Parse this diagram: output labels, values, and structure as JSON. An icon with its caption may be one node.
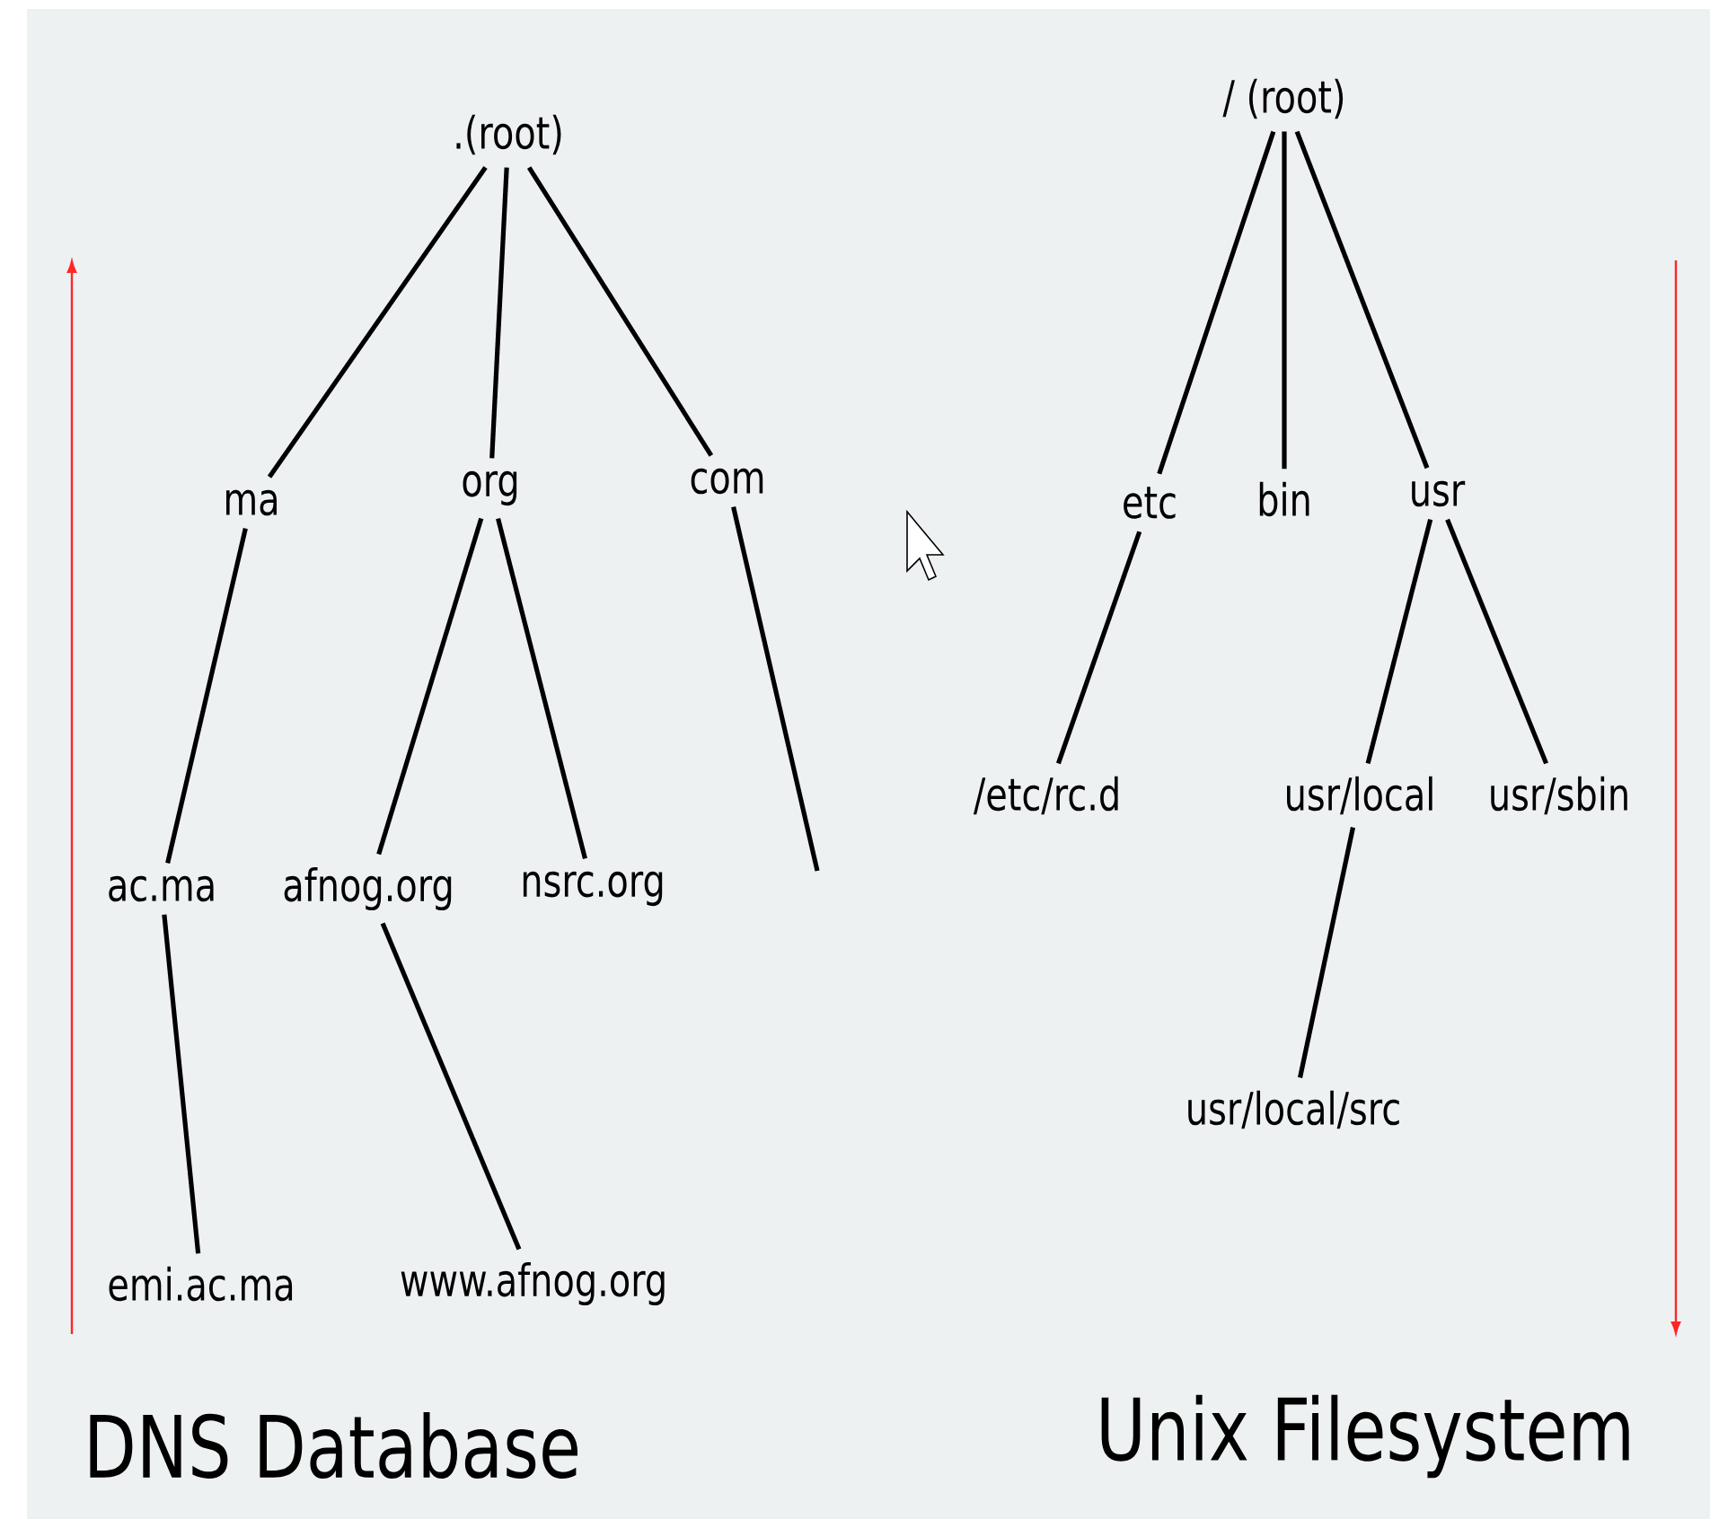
{
  "diagram": {
    "nodes": [
      {
        "text": [
          ".(root)"
        ]
      },
      {
        "text": [
          "ma"
        ]
      },
      {
        "text": [
          "org"
        ]
      },
      {
        "text": [
          "com"
        ]
      },
      {
        "text": [
          "ac.ma"
        ]
      },
      {
        "text": [
          "afnog.org"
        ]
      },
      {
        "text": [
          "nsrc.org"
        ]
      },
      {
        "text": [
          "emi.ac.ma"
        ]
      },
      {
        "text": [
          "www.afnog.org"
        ]
      },
      {
        "text": [
          "/ (root)"
        ]
      },
      {
        "text": [
          "etc"
        ]
      },
      {
        "text": [
          "bin"
        ]
      },
      {
        "text": [
          "usr"
        ]
      },
      {
        "text": [
          "/etc/rc.d"
        ]
      },
      {
        "text": [
          "usr/local"
        ]
      },
      {
        "text": [
          "usr/sbin"
        ]
      },
      {
        "text": [
          "usr/local/src"
        ]
      }
    ],
    "edges": [
      {
        "from": 0,
        "to": 1,
        "arrow": "none"
      },
      {
        "from": 0,
        "to": 2,
        "arrow": "none"
      },
      {
        "from": 0,
        "to": 3,
        "arrow": "none"
      },
      {
        "from": 1,
        "to": 4,
        "arrow": "none"
      },
      {
        "from": 2,
        "to": 5,
        "arrow": "none"
      },
      {
        "from": 2,
        "to": 6,
        "arrow": "none"
      },
      {
        "from": 3,
        "to": null,
        "arrow": "none"
      },
      {
        "from": 4,
        "to": 7,
        "arrow": "none"
      },
      {
        "from": 5,
        "to": 8,
        "arrow": "none"
      },
      {
        "from": 9,
        "to": 10,
        "arrow": "none"
      },
      {
        "from": 9,
        "to": 11,
        "arrow": "none"
      },
      {
        "from": 9,
        "to": 12,
        "arrow": "none"
      },
      {
        "from": 10,
        "to": 13,
        "arrow": "none"
      },
      {
        "from": 12,
        "to": 14,
        "arrow": "none"
      },
      {
        "from": 12,
        "to": 15,
        "arrow": "none"
      },
      {
        "from": 14,
        "to": 16,
        "arrow": "none"
      }
    ],
    "labels": [
      "DNS Database",
      "Unix Filesystem"
    ]
  }
}
